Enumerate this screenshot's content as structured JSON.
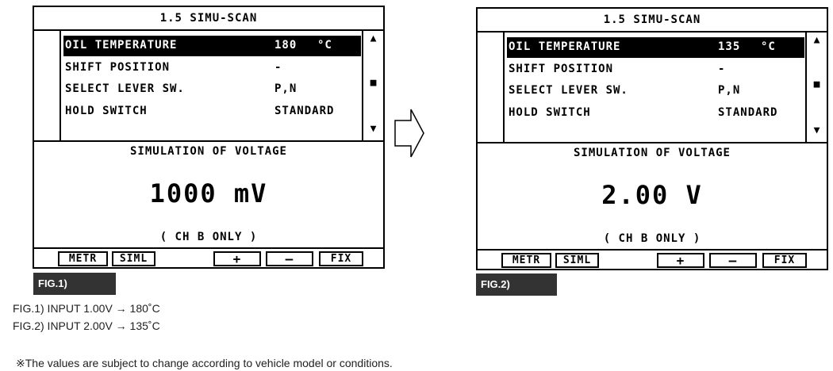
{
  "screens": [
    {
      "title": "1.5 SIMU-SCAN",
      "rows": [
        {
          "label": "OIL TEMPERATURE",
          "value": "180",
          "unit": "°C"
        },
        {
          "label": "SHIFT POSITION",
          "value": "-",
          "unit": ""
        },
        {
          "label": "SELECT LEVER SW.",
          "value": "P,N",
          "unit": ""
        },
        {
          "label": "HOLD SWITCH",
          "value": "STANDARD",
          "unit": ""
        }
      ],
      "simulation_title": "SIMULATION OF VOLTAGE",
      "simulation_value": "1000 mV",
      "simulation_note": "( CH B ONLY )",
      "buttons": {
        "metr": "METR",
        "siml": "SIML",
        "plus": "+",
        "minus": "—",
        "fix": "FIX"
      },
      "fig_label": "FIG.1)"
    },
    {
      "title": "1.5 SIMU-SCAN",
      "rows": [
        {
          "label": "OIL TEMPERATURE",
          "value": "135",
          "unit": "°C"
        },
        {
          "label": "SHIFT POSITION",
          "value": "-",
          "unit": ""
        },
        {
          "label": "SELECT LEVER SW.",
          "value": "P,N",
          "unit": ""
        },
        {
          "label": "HOLD SWITCH",
          "value": "STANDARD",
          "unit": ""
        }
      ],
      "simulation_title": "SIMULATION OF VOLTAGE",
      "simulation_value": "2.00 V",
      "simulation_note": "( CH B ONLY )",
      "buttons": {
        "metr": "METR",
        "siml": "SIML",
        "plus": "+",
        "minus": "—",
        "fix": "FIX"
      },
      "fig_label": "FIG.2)"
    }
  ],
  "scroll": {
    "up": "▲",
    "middle": "■",
    "down": "▼"
  },
  "icons": {
    "scroll_up": "triangle-up-icon",
    "scroll_thumb": "square-icon",
    "scroll_down": "triangle-down-icon",
    "arrow": "right-arrow-icon"
  },
  "captions": {
    "fig1": "FIG.1) INPUT 1.00V → 180˚C",
    "fig2": "FIG.2) INPUT 2.00V → 135˚C",
    "note": "※The values are subject to change according to vehicle model or conditions."
  }
}
